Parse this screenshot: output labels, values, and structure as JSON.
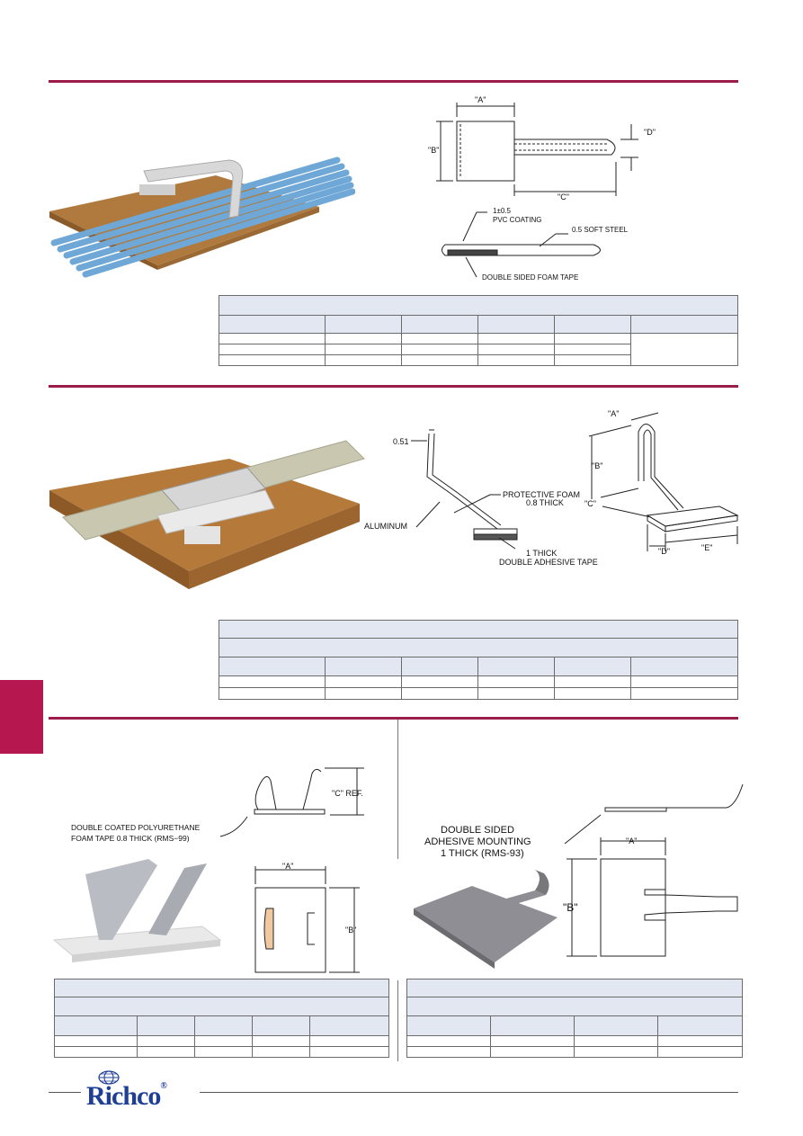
{
  "diagram1": {
    "dim_a": "\"A\"",
    "dim_b": "\"B\"",
    "dim_c": "\"C\"",
    "dim_d": "\"D\"",
    "pvc_value": "1±0.5",
    "pvc_label": "PVC COATING",
    "steel_label": "0.5 SOFT STEEL",
    "tape_label": "DOUBLE SIDED FOAM TAPE"
  },
  "diagram2": {
    "thickness": "0.51",
    "aluminum_label": "ALUMINUM",
    "foam_label_1": "PROTECTIVE FOAM",
    "foam_label_2": "0.8  THICK",
    "tape_label_1": "1  THICK",
    "tape_label_2": "DOUBLE ADHESIVE TAPE",
    "dim_a": "\"A\"",
    "dim_b": "\"B\"",
    "dim_c": "\"C\"",
    "dim_d": "\"D\"",
    "dim_e": "\"E\""
  },
  "diagram3": {
    "ref_label": "\"C\" REF.",
    "tape_label_1": "DOUBLE  COATED  POLYURETHANE",
    "tape_label_2": "FOAM  TAPE 0.8 THICK (RMS−99)",
    "dim_a": "\"A\"",
    "dim_b": "\"B\""
  },
  "diagram4": {
    "tape_label_1": "DOUBLE  SIDED",
    "tape_label_2": "ADHESIVE  MOUNTING",
    "tape_label_3": "1  THICK (RMS-93)",
    "dim_a": "\"A\"",
    "dim_b": "\"B\""
  },
  "colors": {
    "accent_rule": "#9b1b4a",
    "side_tab": "#b5174e",
    "table_header": "#e3e7f1",
    "logo": "#1e3f95"
  },
  "footer": {
    "logo_text": "Richco",
    "registered": "®"
  }
}
